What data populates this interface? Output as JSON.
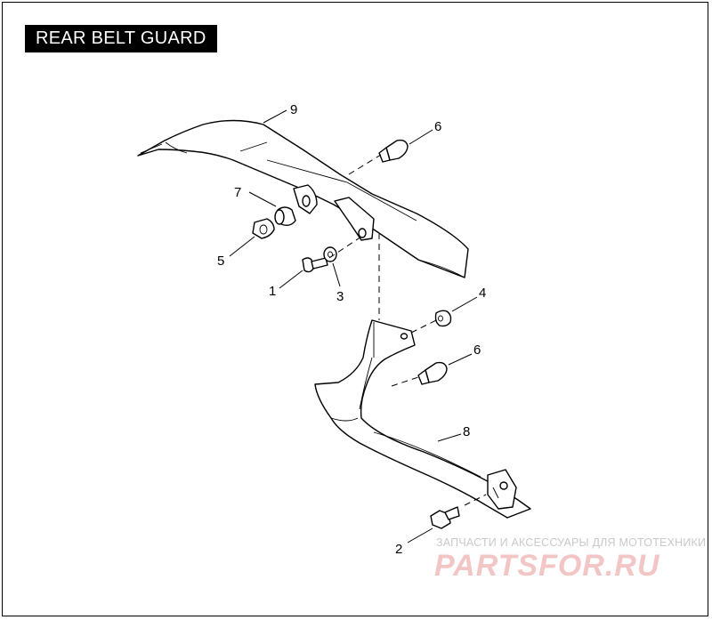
{
  "title": "REAR BELT GUARD",
  "callouts": {
    "c1": "1",
    "c2": "2",
    "c3": "3",
    "c4": "4",
    "c5": "5",
    "c6a": "6",
    "c6b": "6",
    "c7": "7",
    "c8": "8",
    "c9": "9"
  },
  "watermark": {
    "tagline": "ЗАПЧАСТИ И АКСЕССУАРЫ ДЛЯ МОТОТЕХНИКИ",
    "logo": "PARTSFOR.RU"
  }
}
